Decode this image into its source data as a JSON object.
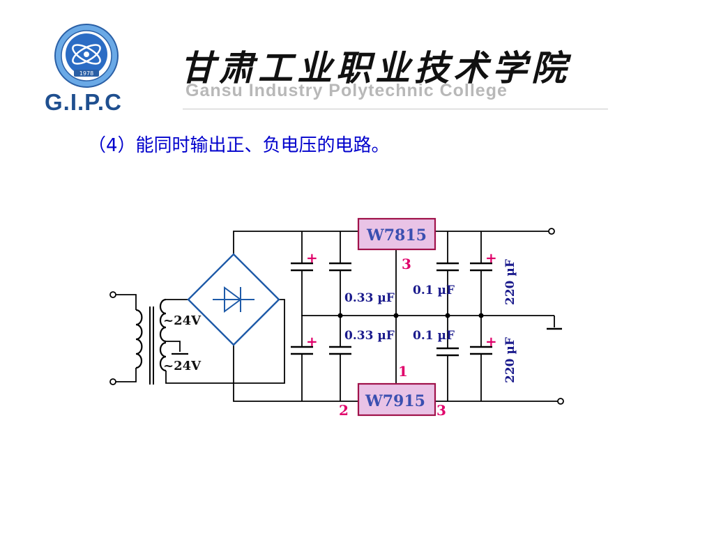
{
  "header": {
    "logo_year": "1978",
    "abbreviation": "G.I.P.C",
    "chinese_name": "甘肃工业职业技术学院",
    "english_name": "Gansu Industry Polytechnic College"
  },
  "slide": {
    "heading": "（4）能同时输出正、负电压的电路。"
  },
  "circuit": {
    "regulator_top": "W7815",
    "regulator_bottom": "W7915",
    "transformer_top": "~24V",
    "transformer_bottom": "~24V",
    "cap_input_top": "0.33 µF",
    "cap_input_bottom": "0.33 µF",
    "cap_output_top": "0.1 µF",
    "cap_output_bottom": "0.1 µF",
    "cap_big_top": "220 µF",
    "cap_big_bottom": "220 µF",
    "plus": "+",
    "pin_top_3": "3",
    "pin_bottom_1": "1",
    "pin_bottom_2": "2",
    "pin_bottom_3": "3"
  },
  "colors": {
    "wire": "#000000",
    "bridge": "#1e5aa8",
    "regulator_fill": "#e9c3e6",
    "regulator_border": "#a0124a",
    "regulator_text": "#3a4fb0",
    "pin_text": "#e0006a",
    "value_text": "#1a1a8c",
    "heading": "#0000cc"
  }
}
